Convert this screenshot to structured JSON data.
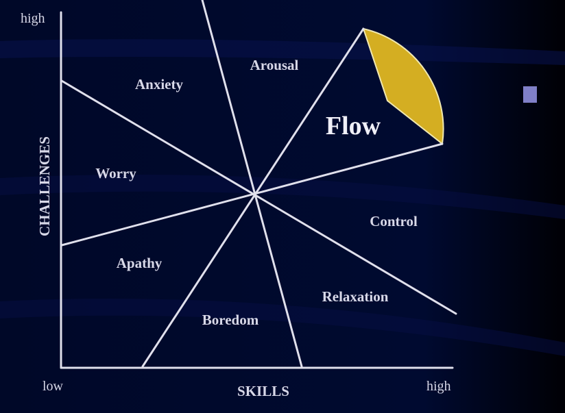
{
  "axes": {
    "y_label": "CHALLENGES",
    "x_label": "SKILLS",
    "y_high": "high",
    "x_low": "low",
    "x_high": "high"
  },
  "regions": {
    "arousal": "Arousal",
    "anxiety": "Anxiety",
    "flow": "Flow",
    "worry": "Worry",
    "control": "Control",
    "apathy": "Apathy",
    "relaxation": "Relaxation",
    "boredom": "Boredom"
  },
  "colors": {
    "background": "#000a30",
    "line": "#e0e0ec",
    "flow_highlight": "#d4ae22",
    "marker": "#8080c8"
  }
}
